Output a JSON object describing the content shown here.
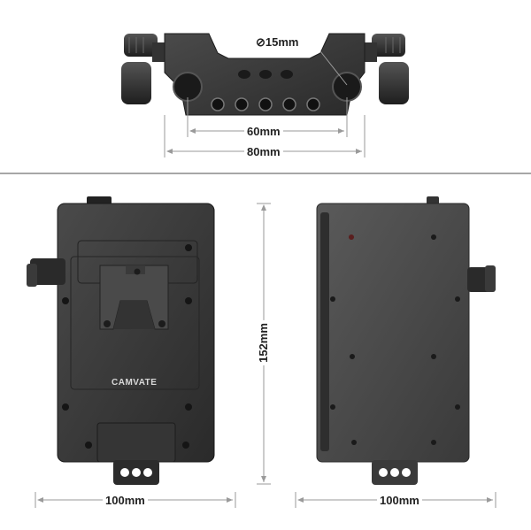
{
  "labels": {
    "rod_diameter": "⊘15mm",
    "rod_spacing": "60mm",
    "clamp_width": "80mm",
    "plate_height": "152mm",
    "plate_width_front": "100mm",
    "plate_width_back": "100mm",
    "brand": "CAMVATE"
  },
  "colors": {
    "metal_dark": "#2b2b2b",
    "metal_mid": "#3d3d3d",
    "metal_light": "#555555",
    "dimension_line": "#9a9a9a",
    "divider": "#8a8a8a"
  }
}
